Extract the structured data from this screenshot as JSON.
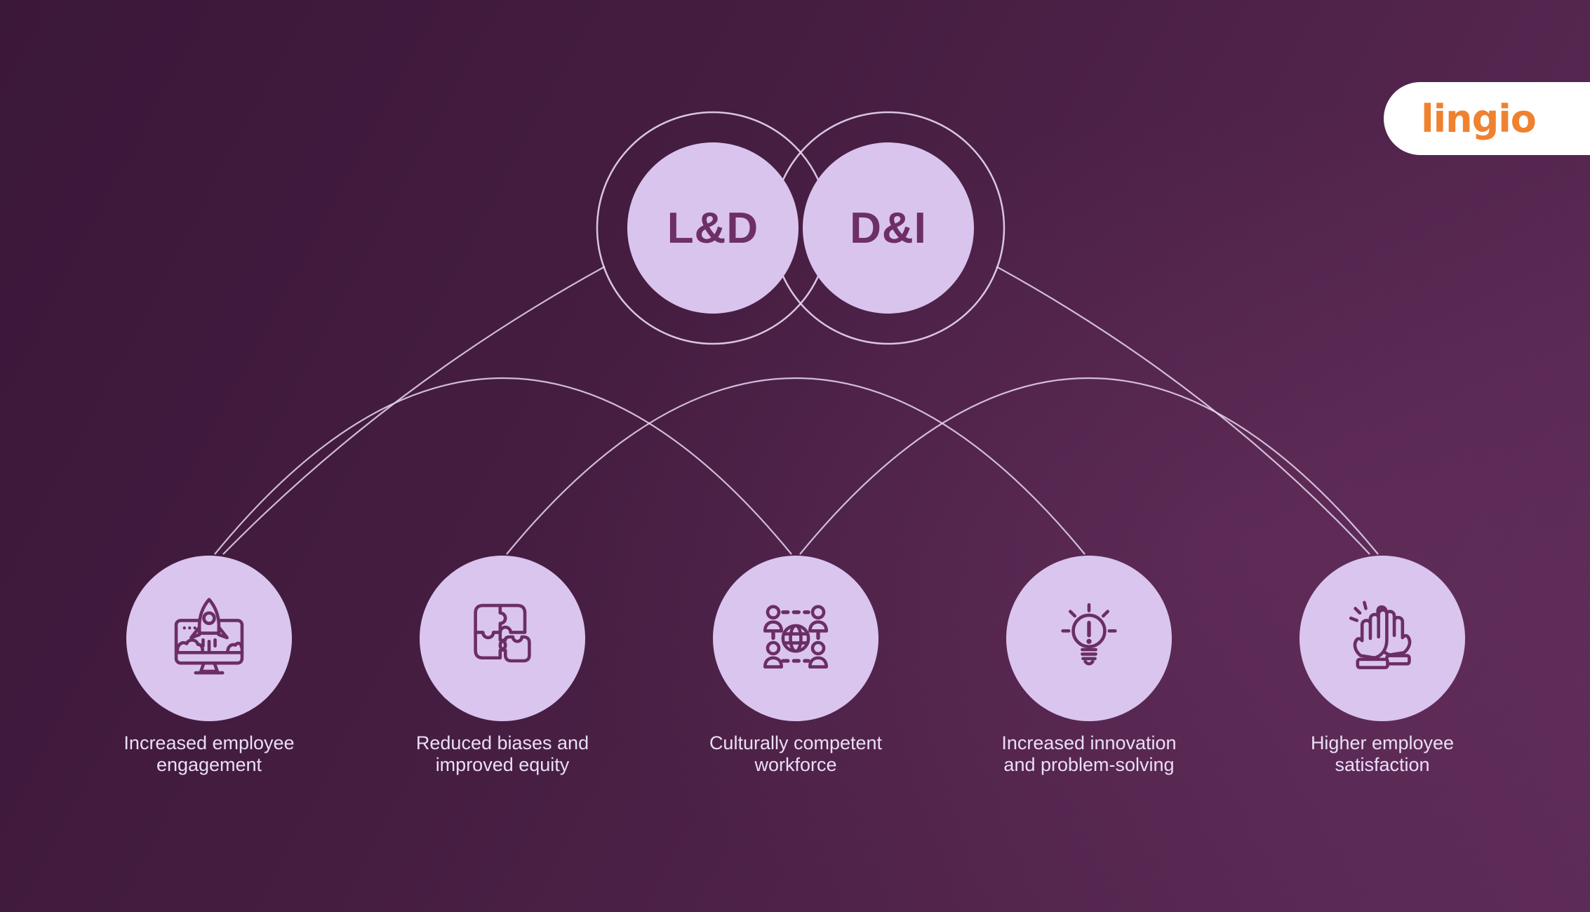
{
  "brand": {
    "logo_text": "lingio"
  },
  "venn": {
    "left_label": "L&D",
    "right_label": "D&I"
  },
  "benefits": [
    {
      "icon": "monitor-rocket-launch-icon",
      "label": "Increased employee\nengagement"
    },
    {
      "icon": "puzzle-pieces-icon",
      "label": "Reduced biases and\nimproved equity"
    },
    {
      "icon": "connected-people-globe-icon",
      "label": "Culturally competent\nworkforce"
    },
    {
      "icon": "lightbulb-exclamation-icon",
      "label": "Increased innovation\nand problem-solving"
    },
    {
      "icon": "high-five-hands-icon",
      "label": "Higher employee\nsatisfaction"
    }
  ],
  "colors": {
    "background_start": "#3b173a",
    "background_end": "#5e2b58",
    "bubble_fill": "#dac5ef",
    "icon_stroke": "#6b2e63",
    "venn_circle_fill": "#d9c4ee",
    "venn_text": "#6d2f64",
    "connector_line": "#e9d7f6",
    "caption_text": "#eadef8",
    "logo_orange": "#f0812f",
    "logo_background": "#ffffff"
  }
}
